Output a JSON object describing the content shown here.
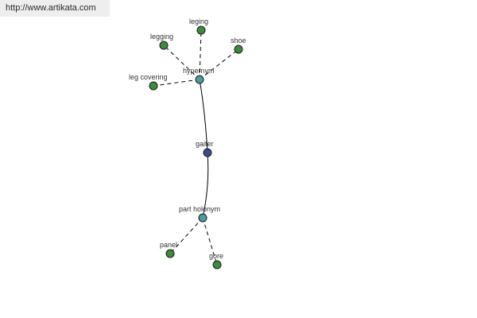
{
  "header": {
    "url_text": "http://www.artikata.com"
  },
  "colors": {
    "center_node": "#3f4a8c",
    "relation_node": "#4f9a9e",
    "term_node": "#3e8a3e",
    "background": "#ffffff",
    "url_bar_background": "#eeeeee"
  },
  "graph": {
    "center": {
      "id": "gaiter",
      "label": "gaiter",
      "kind": "center"
    },
    "relations": [
      {
        "id": "hypernym",
        "label": "hypernym",
        "kind": "relation"
      },
      {
        "id": "part-holonym",
        "label": "part holonym",
        "kind": "relation"
      }
    ],
    "terms": [
      {
        "id": "leging",
        "label": "leging",
        "kind": "term",
        "relation": "hypernym"
      },
      {
        "id": "legging",
        "label": "legging",
        "kind": "term",
        "relation": "hypernym"
      },
      {
        "id": "shoe",
        "label": "shoe",
        "kind": "term",
        "relation": "hypernym"
      },
      {
        "id": "leg-covering",
        "label": "leg covering",
        "kind": "term",
        "relation": "hypernym"
      },
      {
        "id": "panel",
        "label": "panel",
        "kind": "term",
        "relation": "part-holonym"
      },
      {
        "id": "gore",
        "label": "gore",
        "kind": "term",
        "relation": "part-holonym"
      }
    ],
    "edges": [
      {
        "from": "gaiter",
        "to": "hypernym",
        "style": "solid"
      },
      {
        "from": "gaiter",
        "to": "part-holonym",
        "style": "solid"
      },
      {
        "from": "hypernym",
        "to": "leging",
        "style": "dashed"
      },
      {
        "from": "hypernym",
        "to": "legging",
        "style": "dashed"
      },
      {
        "from": "hypernym",
        "to": "shoe",
        "style": "dashed"
      },
      {
        "from": "hypernym",
        "to": "leg-covering",
        "style": "dashed"
      },
      {
        "from": "part-holonym",
        "to": "panel",
        "style": "dashed"
      },
      {
        "from": "part-holonym",
        "to": "gore",
        "style": "dashed"
      }
    ]
  }
}
